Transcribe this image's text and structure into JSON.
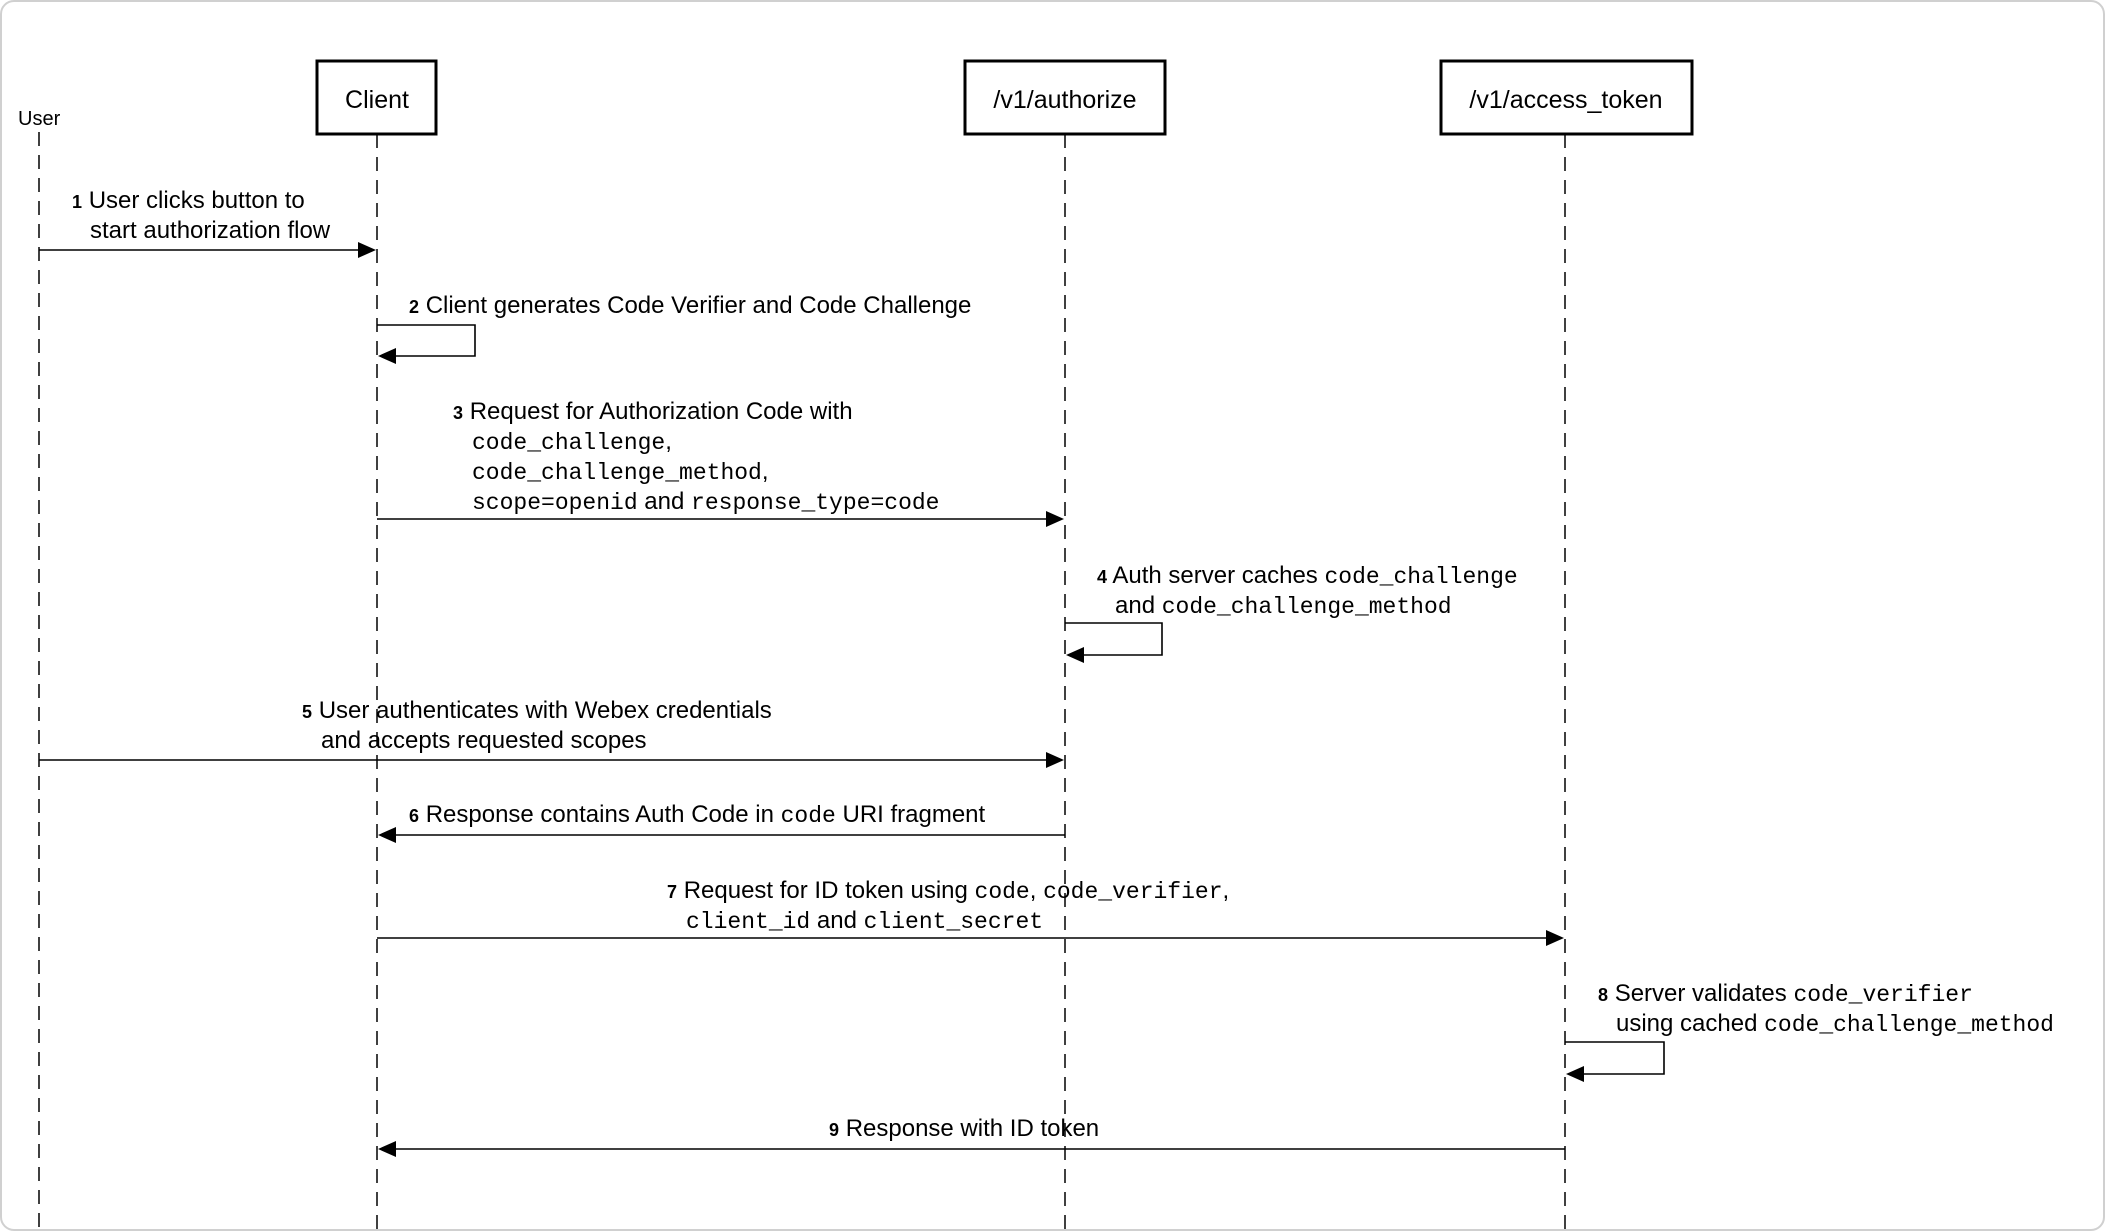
{
  "participants": {
    "user": "User",
    "client": "Client",
    "authorize": "/v1/authorize",
    "access_token": "/v1/access_token"
  },
  "messages": [
    {
      "n": "1",
      "from": "user",
      "to": "client",
      "lines": [
        [
          {
            "t": "User clicks button to"
          }
        ],
        [
          {
            "t": "start authorization flow"
          }
        ]
      ]
    },
    {
      "n": "2",
      "from": "client",
      "to": "client",
      "lines": [
        [
          {
            "t": "Client generates Code Verifier and Code Challenge"
          }
        ]
      ]
    },
    {
      "n": "3",
      "from": "client",
      "to": "authorize",
      "lines": [
        [
          {
            "t": "Request for Authorization Code with"
          }
        ],
        [
          {
            "t": "code_challenge",
            "code": true
          },
          {
            "t": ","
          }
        ],
        [
          {
            "t": "code_challenge_method",
            "code": true
          },
          {
            "t": ","
          }
        ],
        [
          {
            "t": "scope=openid",
            "code": true
          },
          {
            "t": " and "
          },
          {
            "t": "response_type=code",
            "code": true
          }
        ]
      ]
    },
    {
      "n": "4",
      "from": "authorize",
      "to": "authorize",
      "lines": [
        [
          {
            "t": "Auth server caches "
          },
          {
            "t": "code_challenge",
            "code": true
          }
        ],
        [
          {
            "t": "and "
          },
          {
            "t": "code_challenge_method",
            "code": true
          }
        ]
      ]
    },
    {
      "n": "5",
      "from": "user",
      "to": "authorize",
      "lines": [
        [
          {
            "t": "User authenticates with Webex credentials"
          }
        ],
        [
          {
            "t": "and accepts requested scopes"
          }
        ]
      ]
    },
    {
      "n": "6",
      "from": "authorize",
      "to": "client",
      "lines": [
        [
          {
            "t": "Response contains  Auth Code in "
          },
          {
            "t": "code",
            "code": true
          },
          {
            "t": " URI fragment"
          }
        ]
      ]
    },
    {
      "n": "7",
      "from": "client",
      "to": "access_token",
      "lines": [
        [
          {
            "t": "Request for ID token using "
          },
          {
            "t": "code",
            "code": true
          },
          {
            "t": ", "
          },
          {
            "t": "code_verifier",
            "code": true
          },
          {
            "t": ","
          }
        ],
        [
          {
            "t": "client_id",
            "code": true
          },
          {
            "t": " and "
          },
          {
            "t": "client_secret",
            "code": true
          }
        ]
      ]
    },
    {
      "n": "8",
      "from": "access_token",
      "to": "access_token",
      "lines": [
        [
          {
            "t": "Server validates "
          },
          {
            "t": "code_verifier",
            "code": true
          }
        ],
        [
          {
            "t": "using cached "
          },
          {
            "t": "code_challenge_method",
            "code": true
          }
        ]
      ]
    },
    {
      "n": "9",
      "from": "access_token",
      "to": "client",
      "lines": [
        [
          {
            "t": "Response with ID token"
          }
        ]
      ]
    }
  ]
}
